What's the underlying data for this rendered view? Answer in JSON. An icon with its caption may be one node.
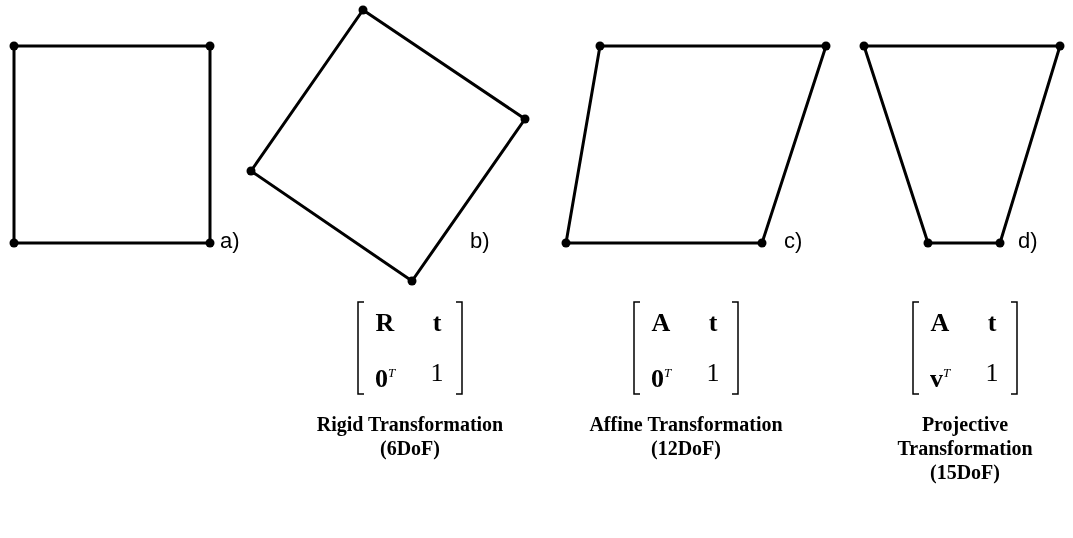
{
  "diagram": {
    "nodes": [
      {
        "text": [],
        "shape": "square",
        "beside": [
          "a)"
        ]
      },
      {
        "text": [],
        "shape": "rectangle",
        "beside": [
          "b)"
        ]
      },
      {
        "text": [],
        "shape": "parallelogram",
        "beside": [
          "c)"
        ]
      },
      {
        "text": [],
        "shape": "trapezoid",
        "beside": [
          "d)"
        ]
      }
    ],
    "labels": [
      "**R**",
      "**t**",
      "**0**$^{T}$",
      "1",
      "Rigid Transformation (6DoF)",
      "**A**",
      "**t**",
      "**0**$^{T}$",
      "1",
      "Affine Transformation (12DoF)",
      "**A**",
      "**t**",
      "**v**$^{T}$",
      "1",
      "Projective Transformation (15DoF)"
    ]
  }
}
